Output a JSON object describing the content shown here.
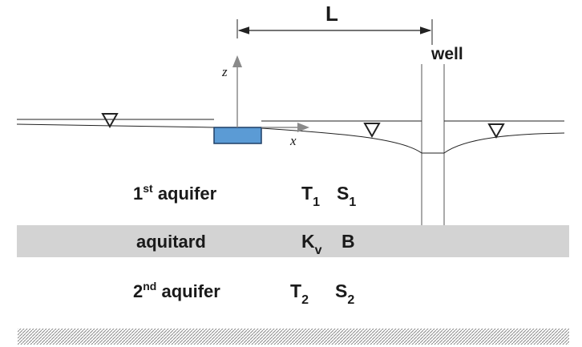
{
  "labels": {
    "distance": "L",
    "well": "well",
    "axis_z": "z",
    "axis_x": "x",
    "aquifer1": {
      "prefix": "1",
      "sup": "st",
      "text": " aquifer"
    },
    "aquitard": "aquitard",
    "aquifer2": {
      "prefix": "2",
      "sup": "nd",
      "text": " aquifer"
    },
    "t1": {
      "main": "T",
      "sub": "1"
    },
    "s1": {
      "main": "S",
      "sub": "1"
    },
    "kv": {
      "main": "K",
      "sub": "v"
    },
    "b": "B",
    "t2": {
      "main": "T",
      "sub": "2"
    },
    "s2": {
      "main": "S",
      "sub": "2"
    }
  },
  "colors": {
    "aquitard_fill": "#d3d3d3",
    "stream_fill": "#5b9bd5",
    "stream_stroke": "#1f3f66",
    "axis": "#8a8a8a",
    "line": "#222222"
  }
}
